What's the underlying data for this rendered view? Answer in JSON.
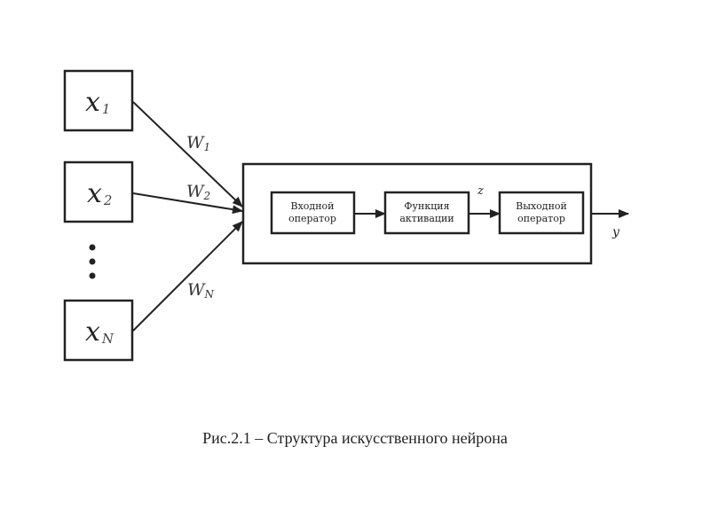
{
  "inputs": [
    {
      "var": "x",
      "sub": "1"
    },
    {
      "var": "x",
      "sub": "2"
    },
    {
      "var": "x",
      "sub": "N"
    }
  ],
  "weights": [
    {
      "var": "W",
      "sub": "1"
    },
    {
      "var": "W",
      "sub": "2"
    },
    {
      "var": "W",
      "sub": "N"
    }
  ],
  "ellipsis": "⋮",
  "blocks": [
    {
      "line1": "Входной",
      "line2": "оператор"
    },
    {
      "line1": "Функция",
      "line2": "активации"
    },
    {
      "line1": "Выходной",
      "line2": "оператор"
    }
  ],
  "intermediate_label": "z",
  "output_label": "y",
  "caption": "Рис.2.1 – Структура искусственного нейрона"
}
